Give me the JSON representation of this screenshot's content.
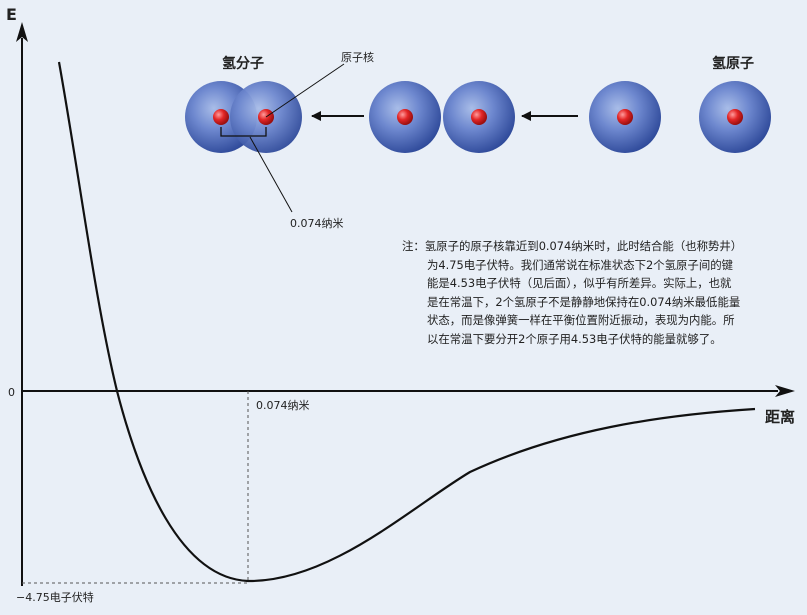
{
  "axes": {
    "y_label": "E",
    "x_label": "距离",
    "zero_label": "0",
    "distance_label": "0.074纳米",
    "min_energy_label": "−4.75电子伏特"
  },
  "diagram": {
    "molecule_label": "氢分子",
    "nucleus_label": "原子核",
    "bond_length_label": "0.074纳米",
    "atom_label": "氢原子"
  },
  "note": {
    "lines": [
      "注：氢原子的原子核靠近到0.074纳米时，此时结合能（也称势井）",
      "为4.75电子伏特。我们通常说在标准状态下2个氢原子间的键",
      "能是4.53电子伏特（见后面），似乎有所差异。实际上，也就",
      "是在常温下，2个氢原子不是静静地保持在0.074纳米最低能量",
      "状态，而是像弹簧一样在平衡位置附近振动，表现为内能。所",
      "以在常温下要分开2个原子用4.53电子伏特的能量就够了。"
    ]
  },
  "colors": {
    "background": "#e9eff7",
    "atom_blue": "#3f5fae",
    "nucleus_red": "#d81e1e"
  }
}
